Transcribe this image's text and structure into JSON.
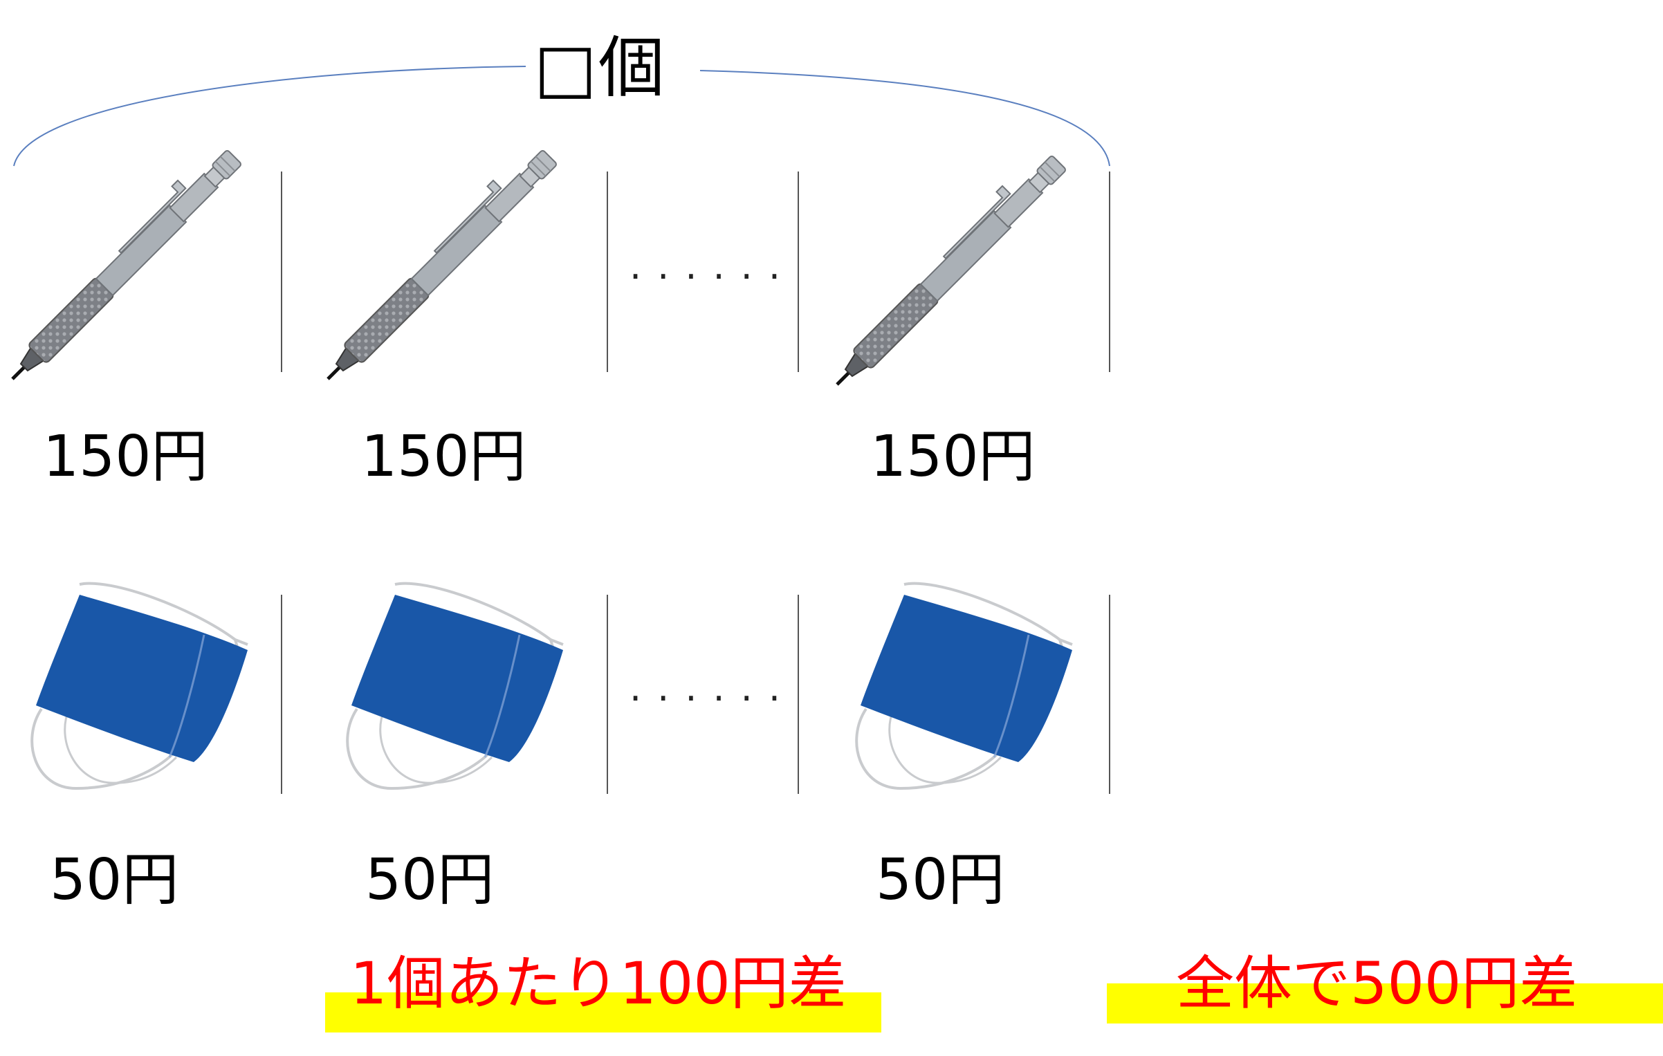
{
  "count_label": "□個",
  "pencil_prices": [
    "150円",
    "150円",
    "150円"
  ],
  "eraser_prices": [
    "50円",
    "50円",
    "50円"
  ],
  "ellipsis": "......",
  "notes": {
    "per_item": "1個あたり100円差",
    "total": "全体で500円差"
  },
  "colors": {
    "note_text": "#ff0000",
    "highlight": "#ffff00",
    "eraser_blue": "#1956a8",
    "brace_line": "#5a7fbf",
    "pencil_gray": "#a8adb3",
    "pencil_grip": "#7a7d82"
  },
  "icons": {
    "pencil": "mechanical-pencil-icon",
    "eraser": "mask-eraser-icon"
  }
}
